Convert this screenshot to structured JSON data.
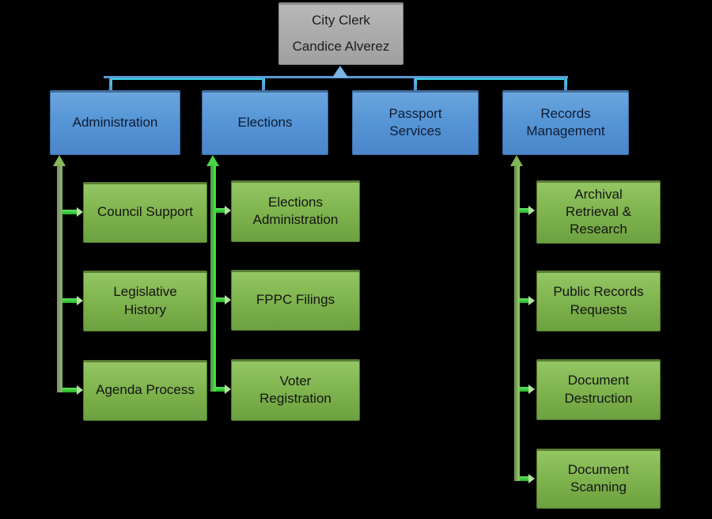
{
  "diagram": {
    "root": {
      "title": "City Clerk",
      "subtitle": "Candice Alverez"
    },
    "departments": [
      {
        "label": "Administration",
        "children": [
          "Council Support",
          "Legislative History",
          "Agenda Process"
        ]
      },
      {
        "label": "Elections",
        "children": [
          "Elections Administration",
          "FPPC Filings",
          "Voter Registration"
        ]
      },
      {
        "label": "Passport Services",
        "children": []
      },
      {
        "label": "Records Management",
        "children": [
          "Archival Retrieval & Research",
          "Public Records Requests",
          "Document Destruction",
          "Document Scanning"
        ]
      }
    ],
    "colors": {
      "background": "#000000",
      "root_box": "#ababab",
      "department_box": "#5796d6",
      "child_box": "#7db24c",
      "blue_connector": "#5b9bd5",
      "cyan_highlight": "#35d3e0",
      "green_connector_bright": "#3ede3e",
      "green_connector_muted": "#849572"
    }
  }
}
